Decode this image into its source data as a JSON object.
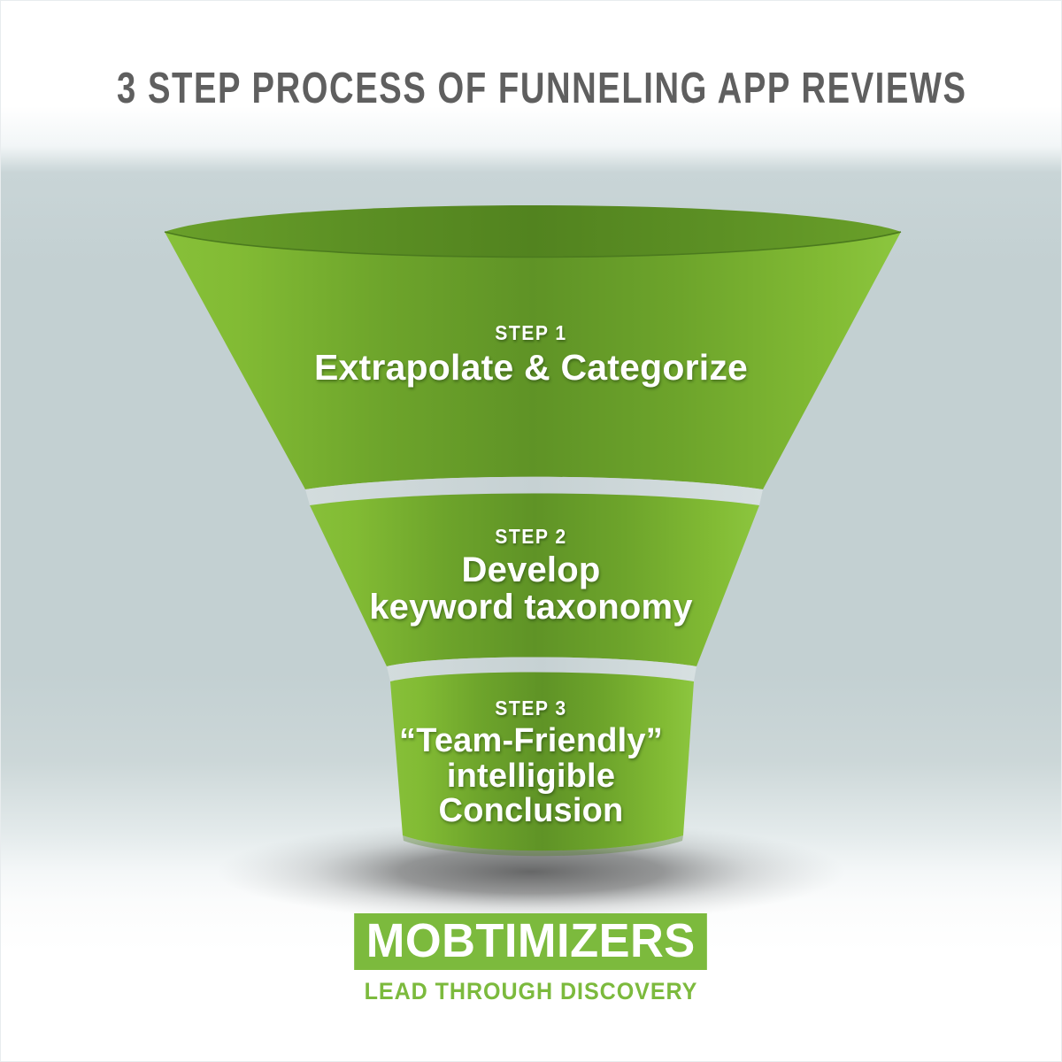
{
  "page": {
    "title": "3 STEP PROCESS OF FUNNELING APP REVIEWS",
    "background_top_color": "#ffffff",
    "background_mid_color": "#c3d0d2",
    "title_color": "#5f5f5f"
  },
  "funnel": {
    "accent_green_light": "#7fba31",
    "accent_green_dark": "#5d9326",
    "rim_green_dark": "#4e7f1f",
    "divider_color": "#ccd6d7",
    "shadow_color": "#3a3a3a",
    "steps": [
      {
        "label": "STEP 1",
        "lines": [
          "Extrapolate & Categorize"
        ]
      },
      {
        "label": "STEP 2",
        "lines": [
          "Develop",
          "keyword taxonomy"
        ]
      },
      {
        "label": "STEP 3",
        "lines": [
          "“Team-Friendly”",
          "intelligible",
          "Conclusion"
        ]
      }
    ]
  },
  "branding": {
    "name": "MOBTIMIZERS",
    "tagline": "LEAD THROUGH DISCOVERY",
    "brand_color": "#7cba3d",
    "name_text_color": "#ffffff"
  }
}
